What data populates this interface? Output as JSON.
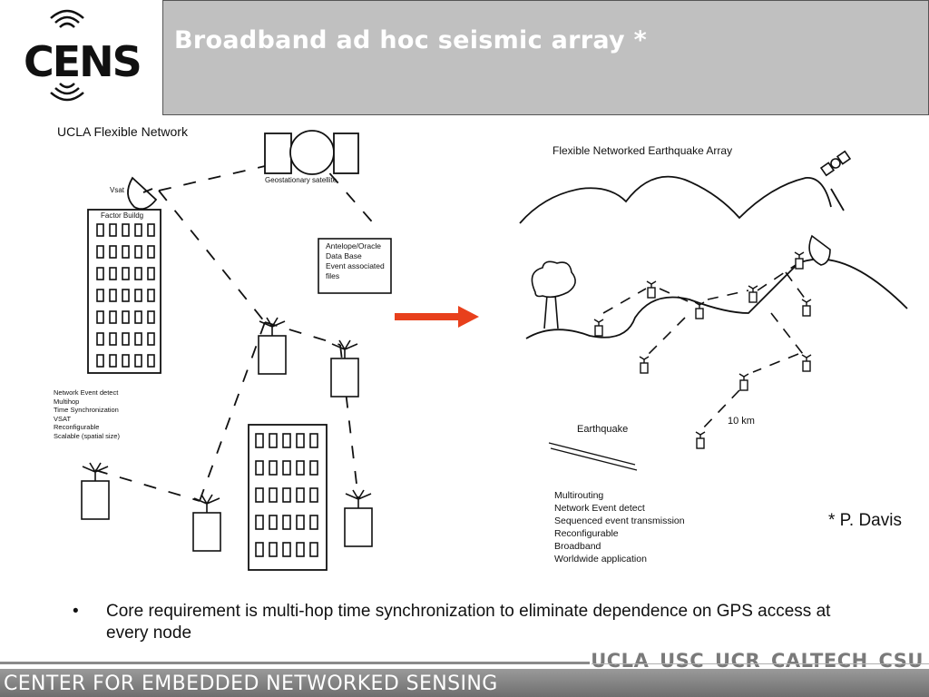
{
  "header": {
    "logo_text": "CENS",
    "title": "Broadband ad hoc seismic array *"
  },
  "left_diagram": {
    "title": "UCLA Flexible Network",
    "vsat_label": "Vsat",
    "building_label": "Factor Buildg",
    "satellite_label": "Geostationary satellite",
    "database_lines": [
      "Antelope/Oracle",
      "Data Base",
      "Event associated",
      "files"
    ],
    "features": [
      "Network Event detect",
      "Multihop",
      "Time Synchronization",
      "VSAT",
      "Reconfigurable",
      "Scalable (spatial size)"
    ]
  },
  "right_diagram": {
    "title": "Flexible Networked Earthquake Array",
    "earthquake_label": "Earthquake",
    "scale_label": "10 km",
    "features": [
      "Multirouting",
      "Network Event detect",
      "Sequenced event transmission",
      "Reconfigurable",
      "Broadband",
      "Worldwide application"
    ]
  },
  "arrow_color": "#e8401c",
  "credit": "* P. Davis",
  "bullets": [
    "Core requirement is multi-hop time synchronization to eliminate dependence on GPS access at every node"
  ],
  "bullet_marker": "•",
  "footer": {
    "center_name": "CENTER FOR EMBEDDED NETWORKED SENSING",
    "universities": "UCLA USC UCR CALTECH CSU"
  }
}
